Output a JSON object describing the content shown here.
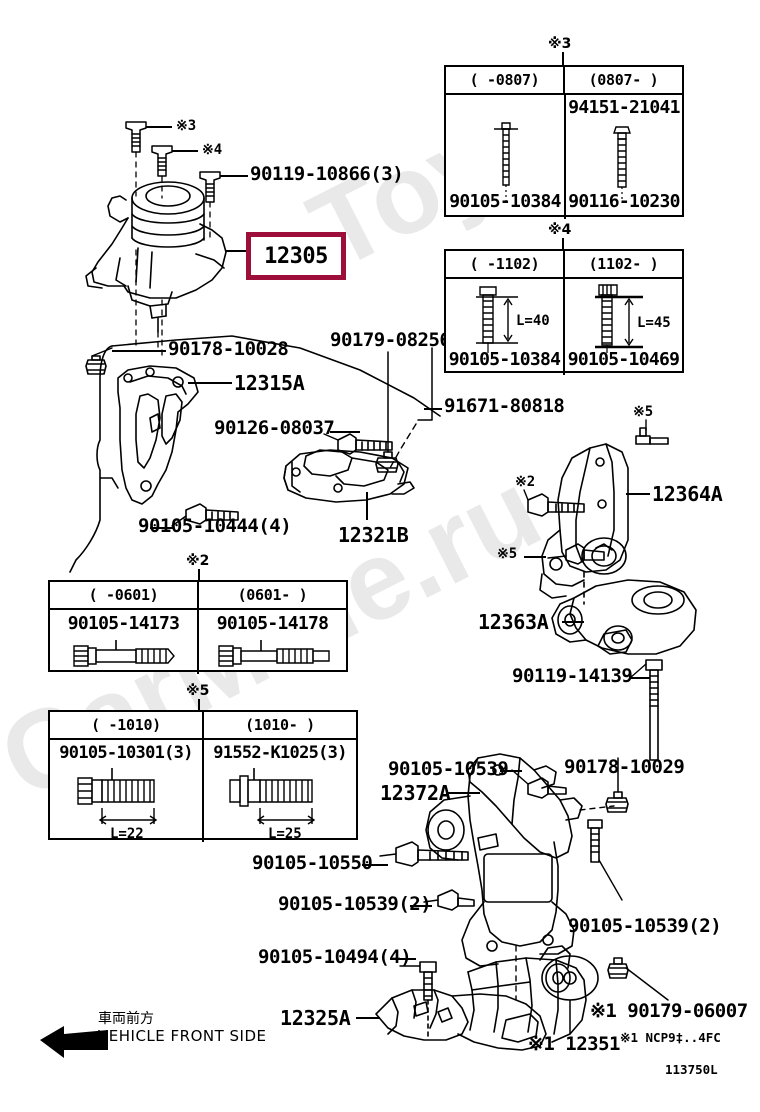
{
  "diagram": {
    "code": "113750L",
    "footnote": "※1 NCP9‡..4FC",
    "front_label_jp": "車両前方",
    "front_label_en": "VEHICLE FRONT SIDE",
    "highlight_color": "#9d0f3a",
    "watermark_line1": "Toyota",
    "watermark_line2": "CarMine.ru"
  },
  "highlight": {
    "part": "12305"
  },
  "labels": {
    "l_90119_10866": "90119-10866(3)",
    "l_ast3_top": "※3",
    "l_ast4_top": "※4",
    "l_90178_10028": "90178-10028",
    "l_12315a": "12315A",
    "l_90126_08037": "90126-08037",
    "l_90105_10444": "90105-10444(4)",
    "l_90179_08256": "90179-08256",
    "l_91671_80818": "91671-80818",
    "l_12321b": "12321B",
    "l_12364a": "12364A",
    "l_12363a": "12363A",
    "l_90119_14139": "90119-14139",
    "l_ast5_a": "※5",
    "l_ast2_b": "※2",
    "l_ast5_b": "※5",
    "l_90105_10539": "90105-10539",
    "l_90178_10029": "90178-10029",
    "l_12372a": "12372A",
    "l_90105_10550": "90105-10550",
    "l_90105_10539_2a": "90105-10539(2)",
    "l_90105_10539_2b": "90105-10539(2)",
    "l_90105_10494": "90105-10494(4)",
    "l_12325a": "12325A",
    "l_12351": "※1 12351",
    "l_90179_06007": "※1 90179-06007"
  },
  "tables": [
    {
      "marker": "※3",
      "columns": [
        {
          "header": "(     -0807)",
          "top_part": "",
          "bottom_part": "90105-10384"
        },
        {
          "header": "(0807-      )",
          "top_part": "94151-21041",
          "bottom_part": "90116-10230"
        }
      ]
    },
    {
      "marker": "※4",
      "columns": [
        {
          "header": "(    -1102)",
          "dim": "L=40",
          "bottom_part": "90105-10384"
        },
        {
          "header": "(1102-      )",
          "dim": "L=45",
          "bottom_part": "90105-10469"
        }
      ]
    },
    {
      "marker": "※2",
      "columns": [
        {
          "header": "(     -0601)",
          "top_part": "90105-14173"
        },
        {
          "header": "(0601-      )",
          "top_part": "90105-14178"
        }
      ]
    },
    {
      "marker": "※5",
      "columns": [
        {
          "header": "(    -1010)",
          "top_part": "90105-10301(3)",
          "dim": "L=22"
        },
        {
          "header": "(1010-      )",
          "top_part": "91552-K1025(3)",
          "dim": "L=25"
        }
      ]
    }
  ]
}
